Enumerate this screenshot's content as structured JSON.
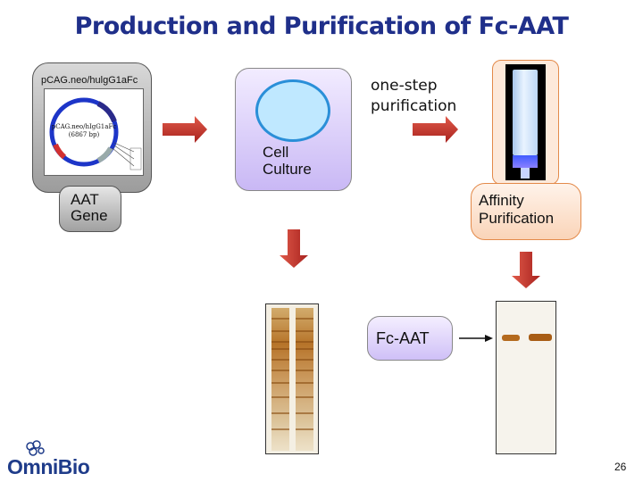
{
  "title": "Production and Purification of Fc-AAT",
  "plasmid": {
    "label": "pCAG.neo/hulgG1aFc",
    "map_name": "pCAG.neo/hIgG1aFc",
    "map_size": "(6867 bp)"
  },
  "gene_label": "AAT Gene",
  "culture_label": "Cell Culture",
  "one_step_label": "one-step purification",
  "affinity_label": "Affinity Purification",
  "fc_label": "Fc-AAT",
  "logo_text": "OmniBio",
  "page_number": "26",
  "colors": {
    "title": "#1f2f8a",
    "arrow": "#c0322e",
    "gel_band": "#b46a1e"
  },
  "icons": [
    "right-arrow-icon",
    "down-arrow-icon",
    "pointer-arrow-icon",
    "omnibio-logo-icon"
  ]
}
